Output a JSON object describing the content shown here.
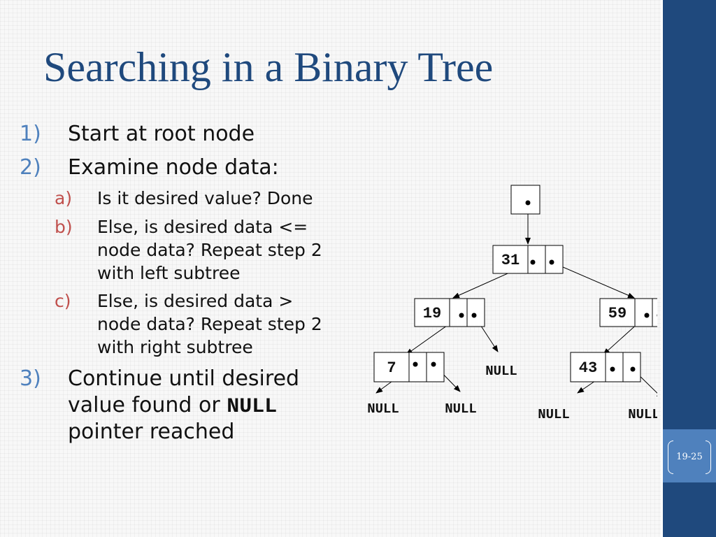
{
  "slide": {
    "title": "Searching in a Binary Tree",
    "steps": [
      {
        "marker": "1)",
        "text": "Start at root node"
      },
      {
        "marker": "2)",
        "text": "Examine node data:"
      },
      {
        "marker": "3)",
        "line1": "Continue until desired",
        "line2_prefix": "value found or ",
        "line2_code": "NULL",
        "line3": "pointer reached"
      }
    ],
    "substeps": [
      {
        "marker": "a)",
        "lines": [
          "Is it desired value? Done"
        ]
      },
      {
        "marker": "b)",
        "lines": [
          "Else, is desired data <=",
          "node data? Repeat step 2",
          "with left subtree"
        ]
      },
      {
        "marker": "c)",
        "lines": [
          "Else, is desired data >",
          "node data? Repeat step 2",
          "with right subtree"
        ]
      }
    ],
    "page_number": "19-25"
  },
  "tree": {
    "nodes": [
      {
        "id": "n31",
        "value": "31"
      },
      {
        "id": "n19",
        "value": "19"
      },
      {
        "id": "n59",
        "value": "59"
      },
      {
        "id": "n7",
        "value": "7"
      },
      {
        "id": "n43",
        "value": "43"
      }
    ],
    "null_label": "NULL",
    "null_count": 6
  },
  "colors": {
    "title": "#1f497d",
    "sidebar": "#1f497d",
    "page_box": "#4f81bd",
    "step_marker": "#4f81bd",
    "substep_marker": "#c0504d"
  }
}
